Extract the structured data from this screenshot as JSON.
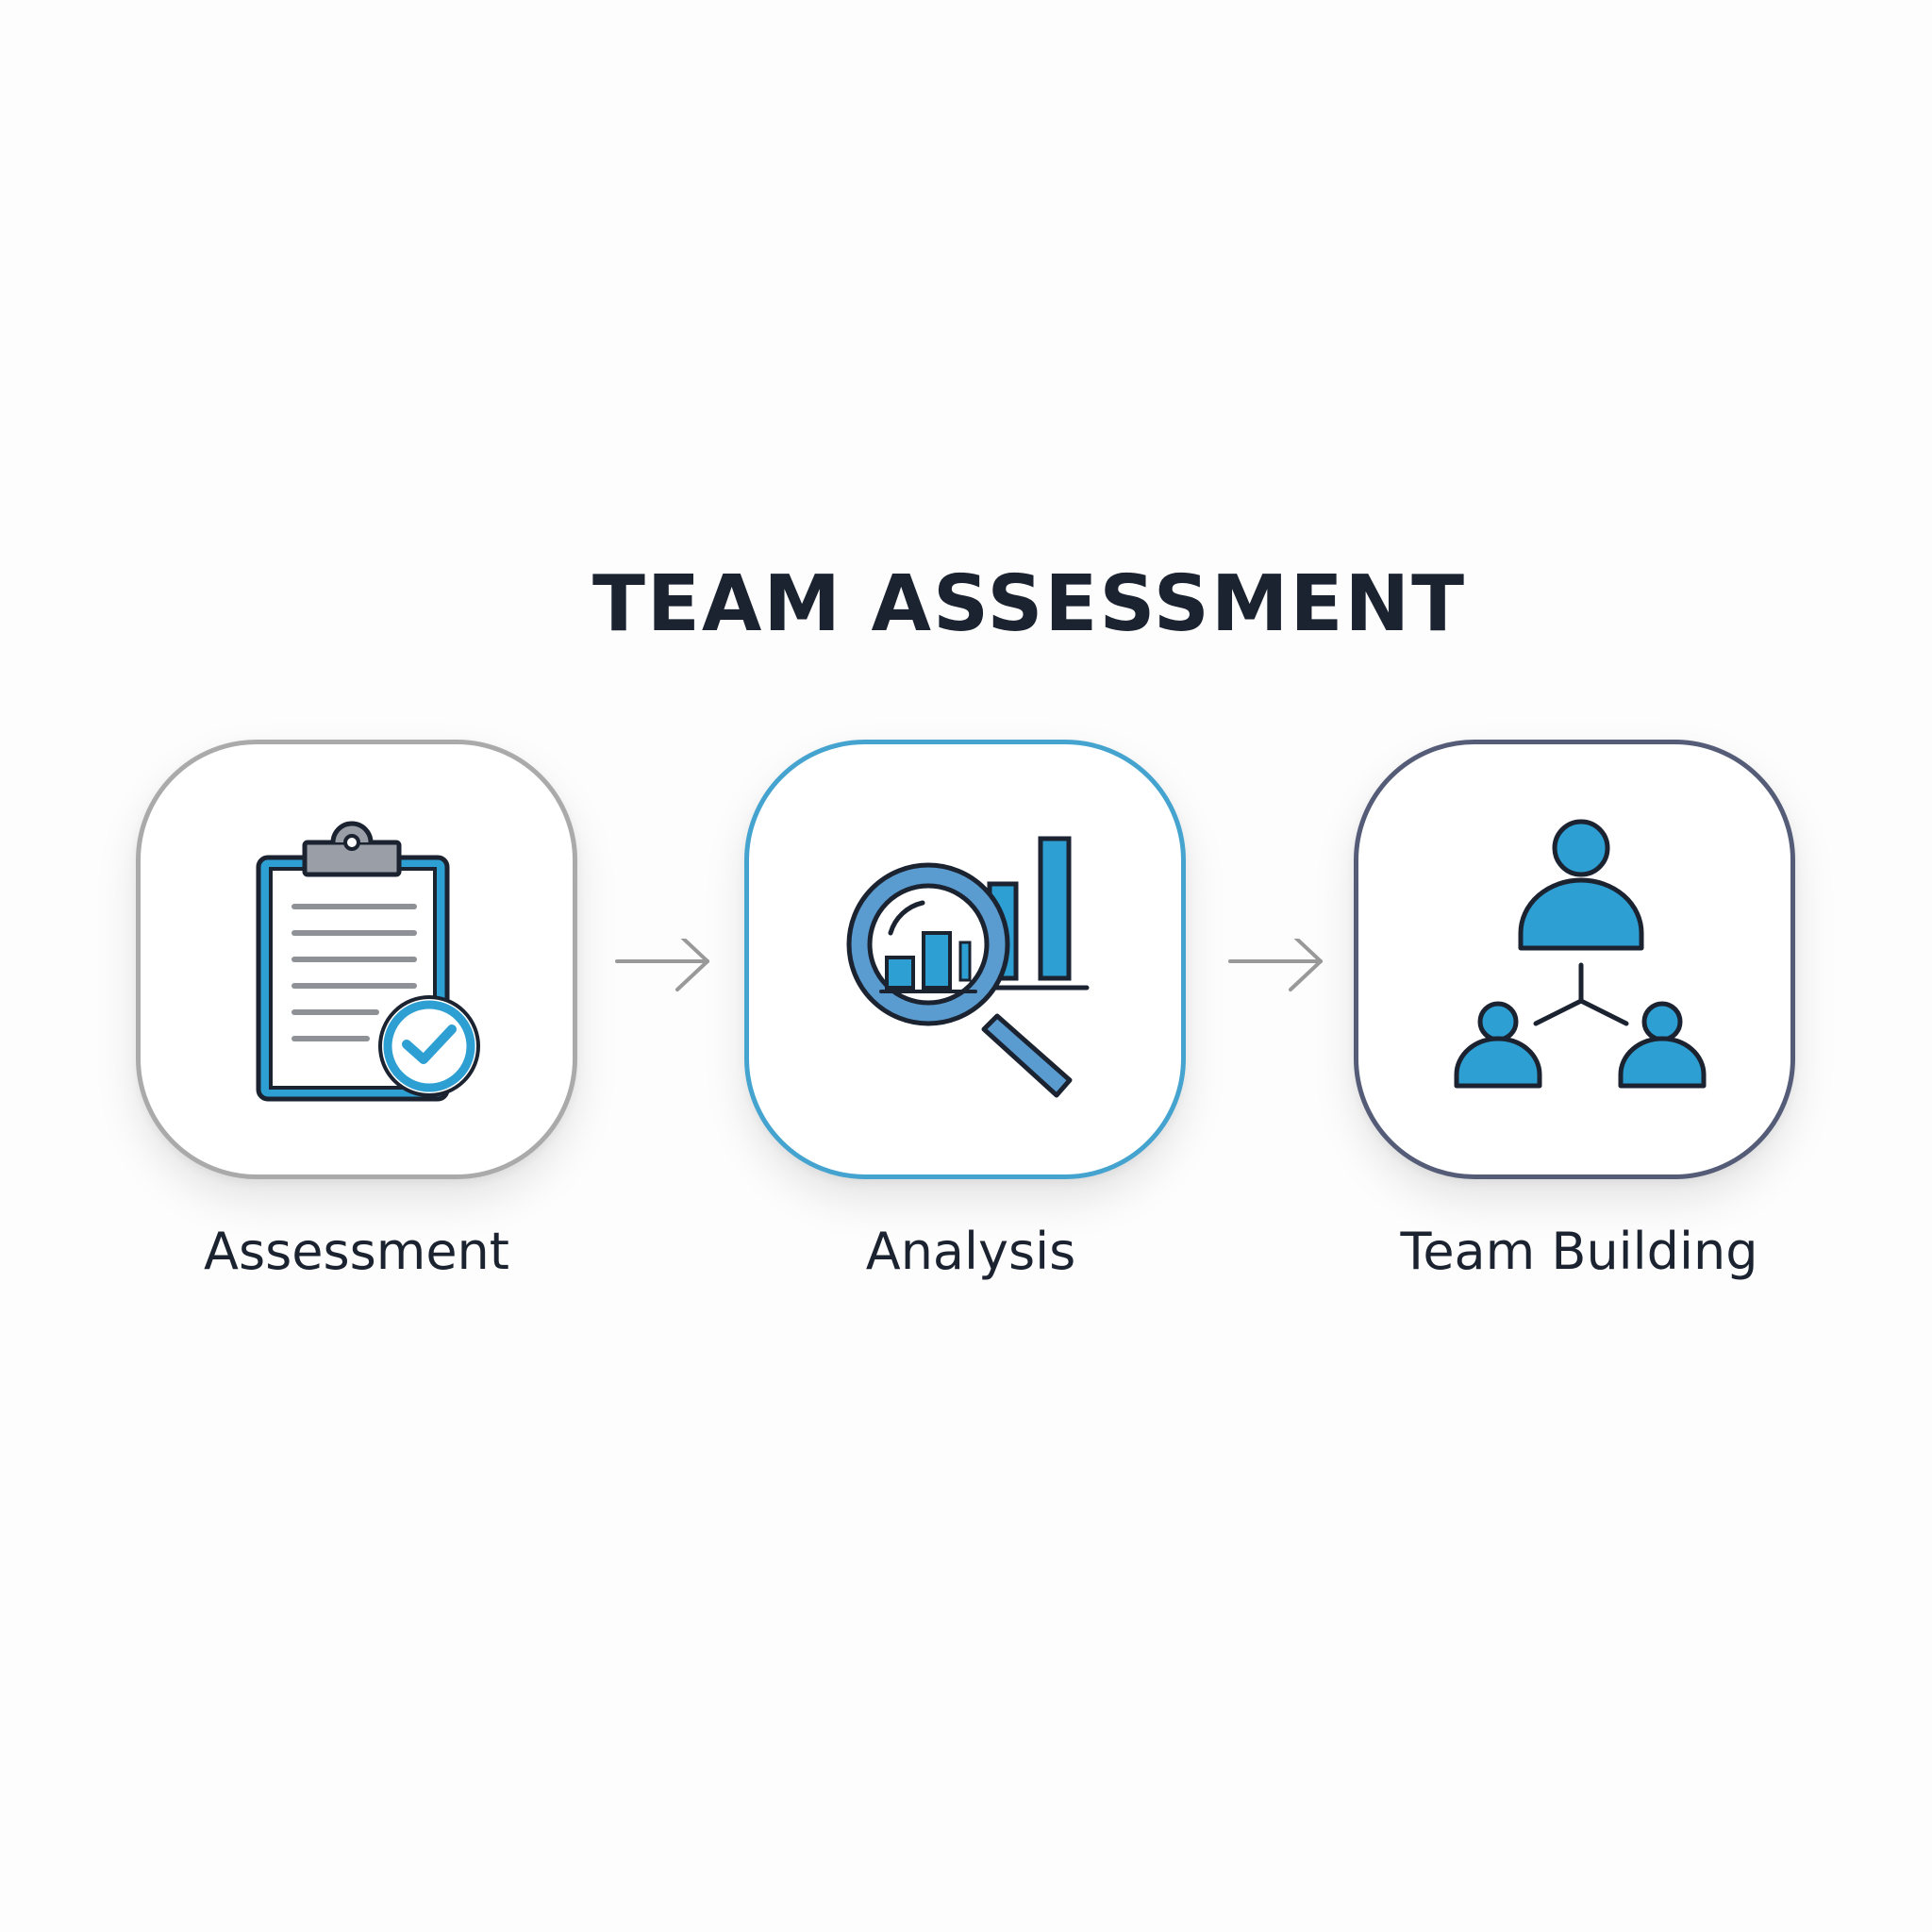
{
  "title": "TEAM ASSESSMENT",
  "steps": [
    {
      "label": "Assessment",
      "icon": "clipboard-check-icon",
      "border_color": "#aaaaaa"
    },
    {
      "label": "Analysis",
      "icon": "magnifier-chart-icon",
      "border_color": "#45a3cf"
    },
    {
      "label": "Team Building",
      "icon": "team-hierarchy-icon",
      "border_color": "#545c77"
    }
  ],
  "colors": {
    "accent": "#2d9fd3",
    "outline": "#1b2230",
    "arrow": "#999999"
  }
}
